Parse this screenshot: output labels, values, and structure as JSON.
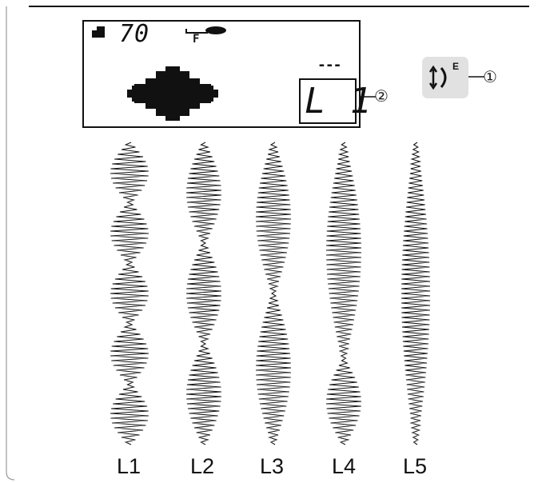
{
  "lcd": {
    "needle_code": "70",
    "foot_code": "F",
    "pattern_dashes": "---",
    "pattern_code": "L 1"
  },
  "callouts": {
    "button": "①",
    "pattern_number": "②"
  },
  "button": {
    "label": "E",
    "icon": "elongation-adjust-icon"
  },
  "samples": [
    "L1",
    "L2",
    "L3",
    "L4",
    "L5"
  ]
}
